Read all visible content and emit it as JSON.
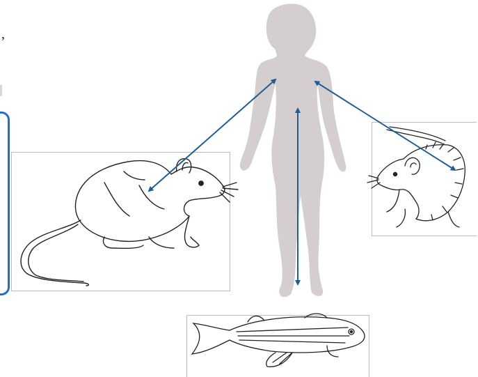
{
  "fragments": {
    "stray_comma": ","
  },
  "colors": {
    "arrow": "#1b5d96",
    "silhouette": "#d4cfce",
    "frame_border": "#bdbdbd",
    "panel_border": "#1e6fd0",
    "line_art": "#222222"
  },
  "figures": {
    "human": "human-silhouette",
    "rat": "rat-drawing",
    "mouse": "mouse-drawing",
    "fish": "zebrafish-drawing"
  },
  "arrows": [
    "rat-human",
    "mouse-human",
    "zebrafish-human"
  ]
}
